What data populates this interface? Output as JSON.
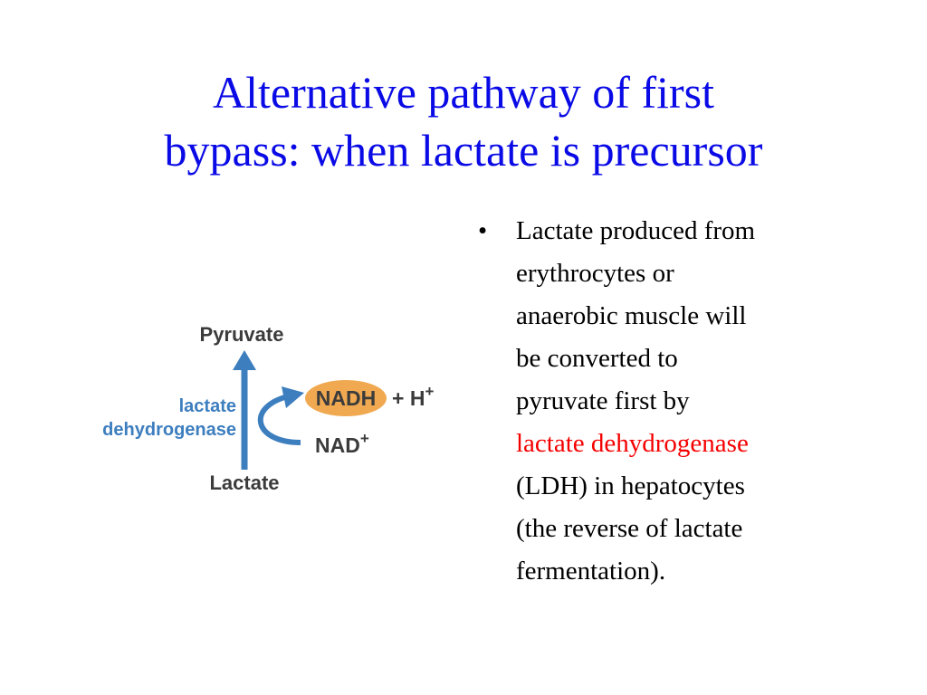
{
  "title": {
    "line1": "Alternative pathway of first",
    "line2": "bypass: when lactate is precursor"
  },
  "diagram": {
    "top_label": "Pyruvate",
    "bottom_label": "Lactate",
    "enzyme_line1": "lactate",
    "enzyme_line2": "dehydrogenase",
    "product_oval": "NADH",
    "product_extra": "+ H",
    "product_extra_sup": "+",
    "cofactor": "NAD",
    "cofactor_sup": "+",
    "colors": {
      "arrow": "#3d7ebf",
      "oval_fill": "#f0a950",
      "text_dark": "#3b3b3b",
      "enzyme_text": "#3d7ebf"
    }
  },
  "bullet": {
    "symbol": "•",
    "lines": [
      "Lactate produced from",
      "erythrocytes or",
      "anaerobic muscle will",
      "be converted to",
      "pyruvate first by"
    ],
    "highlight": "lactate dehydrogenase",
    "lines_after": [
      "(LDH) in hepatocytes",
      "(the reverse of lactate",
      "fermentation)."
    ],
    "colors": {
      "highlight": "#f50000"
    }
  }
}
